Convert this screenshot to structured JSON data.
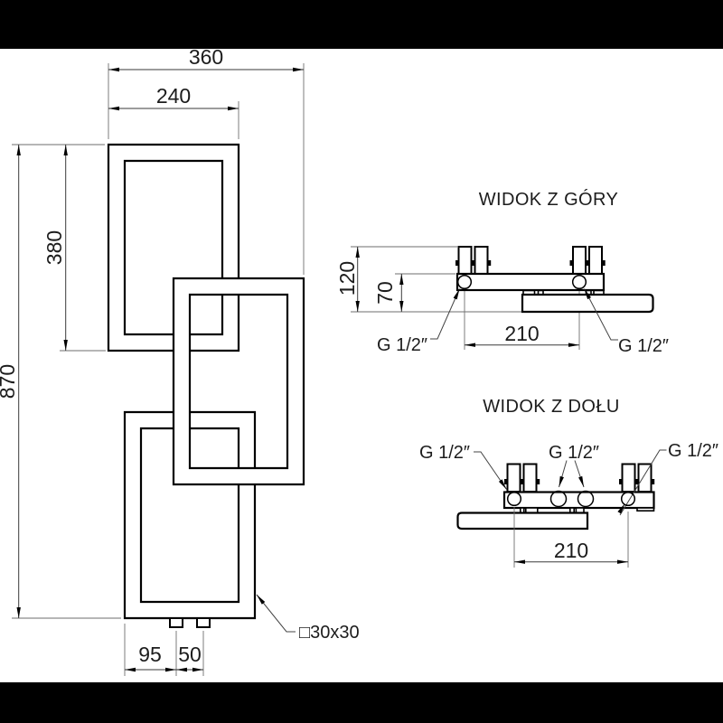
{
  "front_view": {
    "dim_overall_width": "360",
    "dim_top_frame_width": "240",
    "dim_top_frame_height": "380",
    "dim_overall_height": "870",
    "dim_connection_offset": "95",
    "dim_connection_spacing": "50",
    "profile_label": "□30x30"
  },
  "top_view": {
    "title": "WIDOK Z GÓRY",
    "dim_depth": "120",
    "dim_collector_depth": "70",
    "dim_connection_spacing": "210",
    "label_thread_left": "G 1/2″",
    "label_thread_right": "G 1/2″"
  },
  "bottom_view": {
    "title": "WIDOK Z DOŁU",
    "dim_connection_spacing": "210",
    "label_thread_left": "G 1/2″",
    "label_thread_center": "G 1/2″",
    "label_thread_right": "G 1/2″"
  }
}
